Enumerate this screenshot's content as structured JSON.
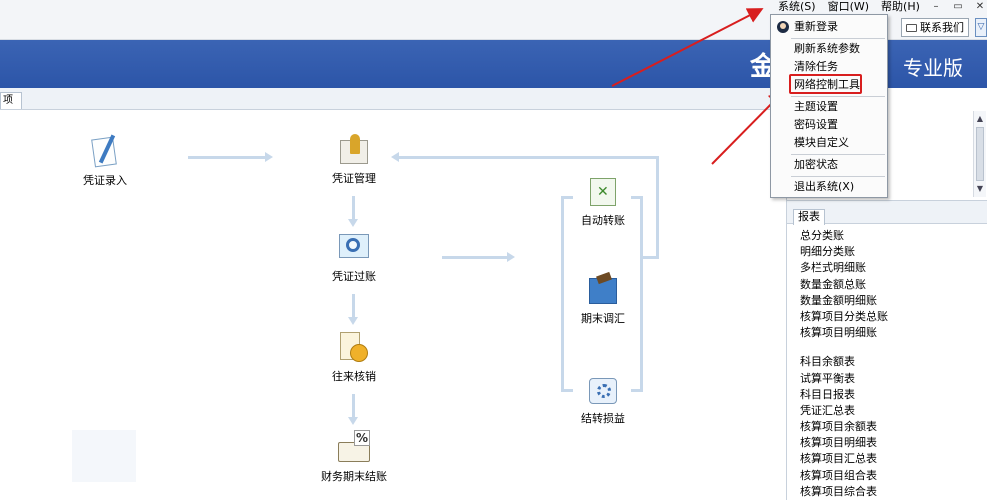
{
  "menubar": {
    "items": [
      "系统(S)",
      "窗口(W)",
      "帮助(H)"
    ]
  },
  "window_controls": {
    "minimize": "–",
    "restore": "▭",
    "close": "✕"
  },
  "header": {
    "contact_button": "联系我们",
    "brand_fragment": "金",
    "edition": "专业版",
    "tab_fragment": "项"
  },
  "system_menu": {
    "items": [
      "重新登录",
      "刷新系统参数",
      "清除任务",
      "网络控制工具",
      "主题设置",
      "密码设置",
      "模块自定义",
      "加密状态",
      "退出系统(X)"
    ],
    "highlighted_index": 3
  },
  "workflow": {
    "nodes": {
      "voucher_entry": "凭证录入",
      "voucher_manage": "凭证管理",
      "voucher_post": "凭证过账",
      "reconcile": "往来核销",
      "period_close": "财务期末结账",
      "auto_transfer": "自动转账",
      "period_adjust": "期末调汇",
      "pnl_transfer": "结转损益"
    }
  },
  "reports": {
    "tab_label": "报表",
    "group1": [
      "总分类账",
      "明细分类账",
      "多栏式明细账",
      "数量金额总账",
      "数量金额明细账",
      "核算项目分类总账",
      "核算项目明细账"
    ],
    "group2": [
      "科目余额表",
      "试算平衡表",
      "科目日报表",
      "凭证汇总表",
      "核算项目余额表",
      "核算项目明细表",
      "核算项目汇总表",
      "核算项目组合表",
      "核算项目综合表"
    ]
  },
  "colors": {
    "banner": "#2c55a8",
    "flow_arrow": "#c7d8ea",
    "highlight": "#d81e1e"
  }
}
